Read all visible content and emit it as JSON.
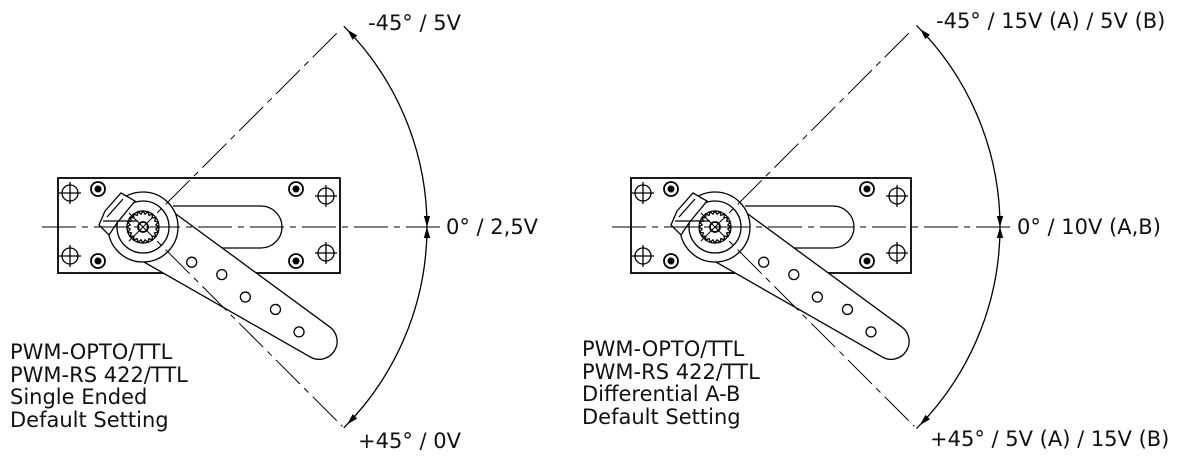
{
  "diagrams": [
    {
      "id": "single-ended",
      "labels": {
        "top": "-45° / 5V",
        "mid": "0° / 2,5V",
        "bottom": "+45° / 0V"
      },
      "description_lines": [
        "PWM-OPTO/TTL",
        "PWM-RS 422/TTL",
        "Single Ended",
        "Default Setting"
      ]
    },
    {
      "id": "differential",
      "labels": {
        "top": "-45° / 15V (A) / 5V (B)",
        "mid": "0° / 10V (A,B)",
        "bottom": "+45° / 5V (A) / 15V (B)"
      },
      "description_lines": [
        "PWM-OPTO/TTL",
        "PWM-RS 422/TTL",
        "Differential A-B",
        "Default Setting"
      ]
    }
  ],
  "colors": {
    "line": "#000000",
    "background": "#ffffff"
  }
}
